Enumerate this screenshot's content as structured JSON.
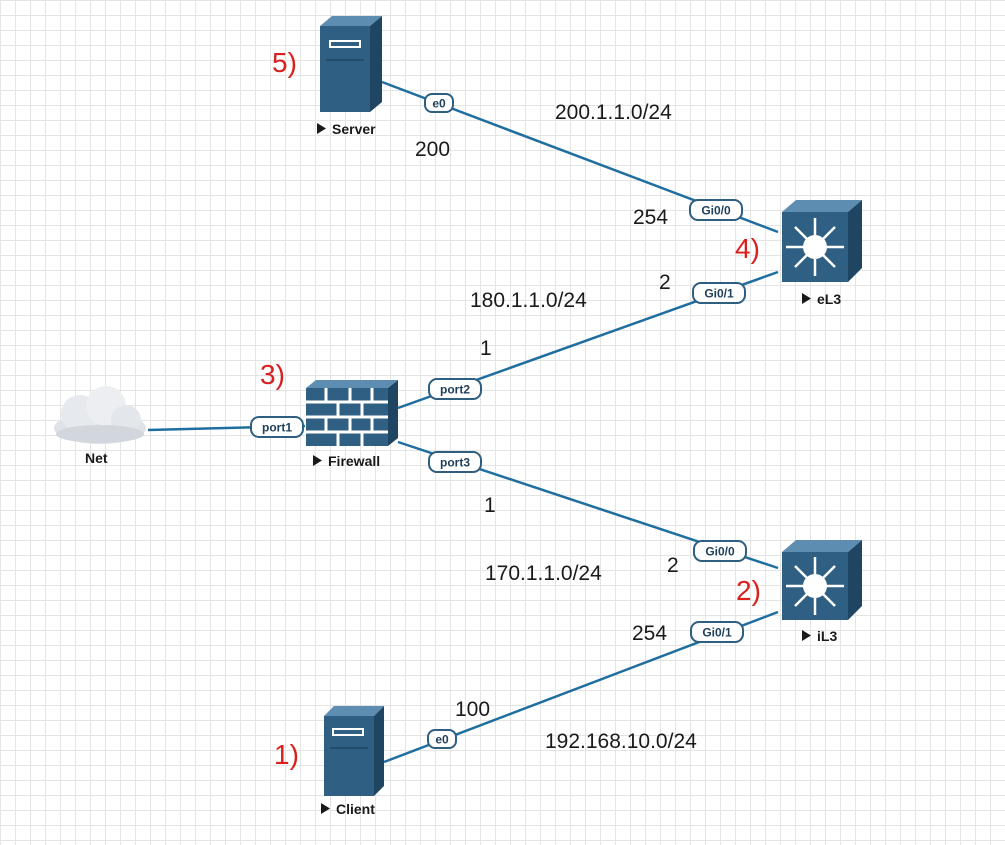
{
  "nodes": {
    "server": {
      "label": "Server",
      "step": "5)"
    },
    "firewall": {
      "label": "Firewall",
      "step": "3)"
    },
    "net": {
      "label": "Net"
    },
    "el3": {
      "label": "eL3",
      "step": "4)"
    },
    "il3": {
      "label": "iL3",
      "step": "2)"
    },
    "client": {
      "label": "Client",
      "step": "1)"
    }
  },
  "ports": {
    "server_e0": "e0",
    "el3_gi00": "Gi0/0",
    "el3_gi01": "Gi0/1",
    "fw_port1": "port1",
    "fw_port2": "port2",
    "fw_port3": "port3",
    "il3_gi00": "Gi0/0",
    "il3_gi01": "Gi0/1",
    "client_e0": "e0"
  },
  "networks": {
    "server_el3": "200.1.1.0/24",
    "fw_el3": "180.1.1.0/24",
    "fw_il3": "170.1.1.0/24",
    "client_il3": "192.168.10.0/24"
  },
  "addresses": {
    "server": "200",
    "el3_gi00": "254",
    "el3_gi01": "2",
    "fw_port2": "1",
    "fw_port3": "1",
    "il3_gi00": "2",
    "il3_gi01": "254",
    "client": "100"
  },
  "colors": {
    "link": "#1f6ea0",
    "device": "#2f5f82",
    "step_marker": "#d9201c"
  }
}
